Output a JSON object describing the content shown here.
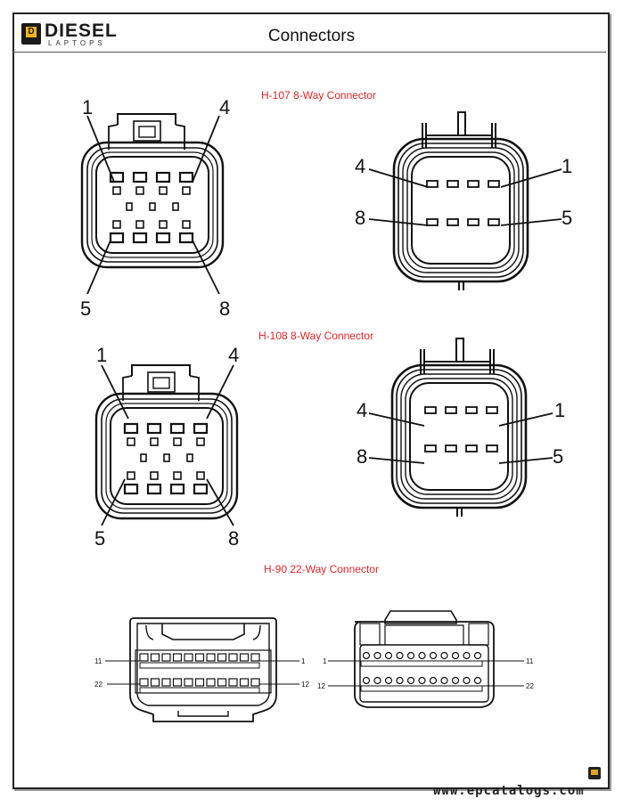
{
  "header": {
    "logo_text": "DIESEL",
    "logo_subtext": "LAPTOPS",
    "logo_mark": "D",
    "title": "Connectors"
  },
  "connectors": [
    {
      "caption": "H-107 8-Way Connector",
      "pins_8": [
        "1",
        "4",
        "5",
        "8",
        "4",
        "1",
        "8",
        "5"
      ]
    },
    {
      "caption": "H-108 8-Way Connector",
      "pins_8": [
        "1",
        "4",
        "5",
        "8",
        "4",
        "1",
        "8",
        "5"
      ]
    },
    {
      "caption": "H-90 22-Way Connector",
      "pins_22": [
        "11",
        "1",
        "22",
        "12",
        "1",
        "11",
        "12",
        "22"
      ]
    }
  ],
  "footer": {
    "watermark": "www.epcatalogs.com",
    "corner_icon": "diesel-laptops-logo-icon"
  },
  "colors": {
    "caption": "#e1262a",
    "logo_accent": "#f2b51c"
  }
}
